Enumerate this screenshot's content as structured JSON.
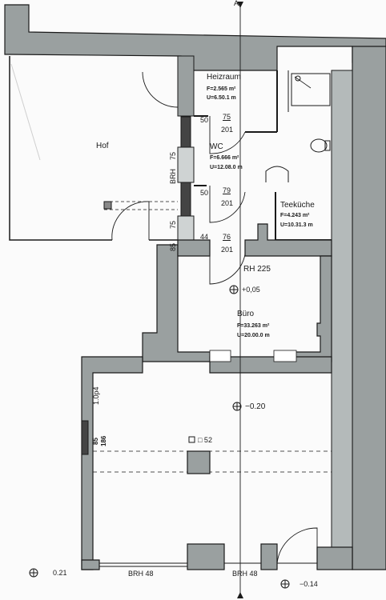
{
  "rooms": {
    "heizraum": {
      "name": "Heizraum",
      "area": "F=2.565 m²",
      "perimeter": "U=6.50.1 m"
    },
    "wc": {
      "name": "WC",
      "area": "F=6.666 m²",
      "perimeter": "U=12.08.0 m"
    },
    "teekueche": {
      "name": "Teeküche",
      "area": "F=4.243 m²",
      "perimeter": "U=10.31.3 m"
    },
    "buero": {
      "name": "Büro",
      "area": "F=33.263 m²",
      "perimeter": "U=20.00.0 m",
      "rh": "RH 225",
      "level": "+0,05"
    },
    "hof": {
      "name": "Hof"
    }
  },
  "doors": [
    {
      "left": "50",
      "top": "75",
      "bottom": "201"
    },
    {
      "left": "50",
      "top": "79",
      "bottom": "201"
    },
    {
      "left": "44",
      "top": "76",
      "bottom": "201"
    }
  ],
  "labels": {
    "brh_wall": "BRH",
    "dim_75_a": "75",
    "dim_75_b": "75",
    "dim_85": "85",
    "level_main": "−0.20",
    "pillar": "□ 52",
    "side_dim": "1.0p4",
    "side_dim2": "85",
    "side_dim3": "186",
    "level_bottom_left": "0.21",
    "brh_bottom_left": "BRH 48",
    "brh_bottom_right": "BRH 48",
    "level_bottom_right": "−0.14",
    "north_marker": "A"
  },
  "colors": {
    "wall": "#9aa0a0",
    "wall_dark": "#555555",
    "line": "#1a1a1a",
    "paper": "#fbfbfb"
  }
}
